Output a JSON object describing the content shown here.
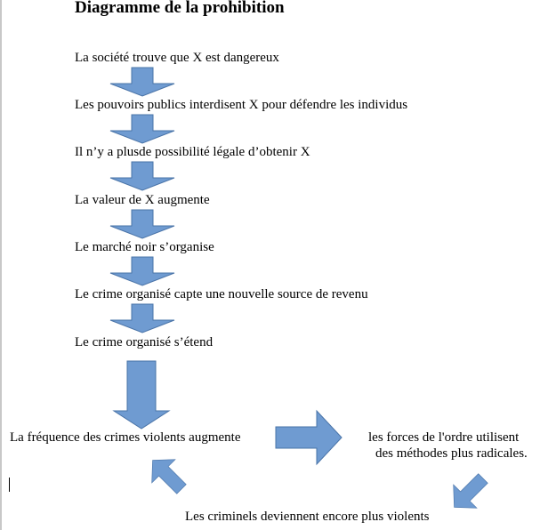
{
  "title": "Diagramme de la prohibition",
  "steps": [
    "La société trouve que X est dangereux",
    "Les pouvoirs publics interdisent X pour défendre les individus",
    "Il n’y a plusde possibilité légale d’obtenir X",
    "La valeur de X augmente",
    "Le marché noir s’organise",
    "Le crime organisé capte une nouvelle source de revenu",
    "Le crime organisé s’étend"
  ],
  "cycle": {
    "violent_crime": "La fréquence des crimes violents augmente",
    "police_line1": "les forces de l'ordre utilisent",
    "police_line2": "des méthodes plus radicales.",
    "criminals": "Les criminels deviennent encore plus violents"
  },
  "colors": {
    "arrow_fill": "#6f9bd1",
    "arrow_stroke": "#4a74a8"
  }
}
